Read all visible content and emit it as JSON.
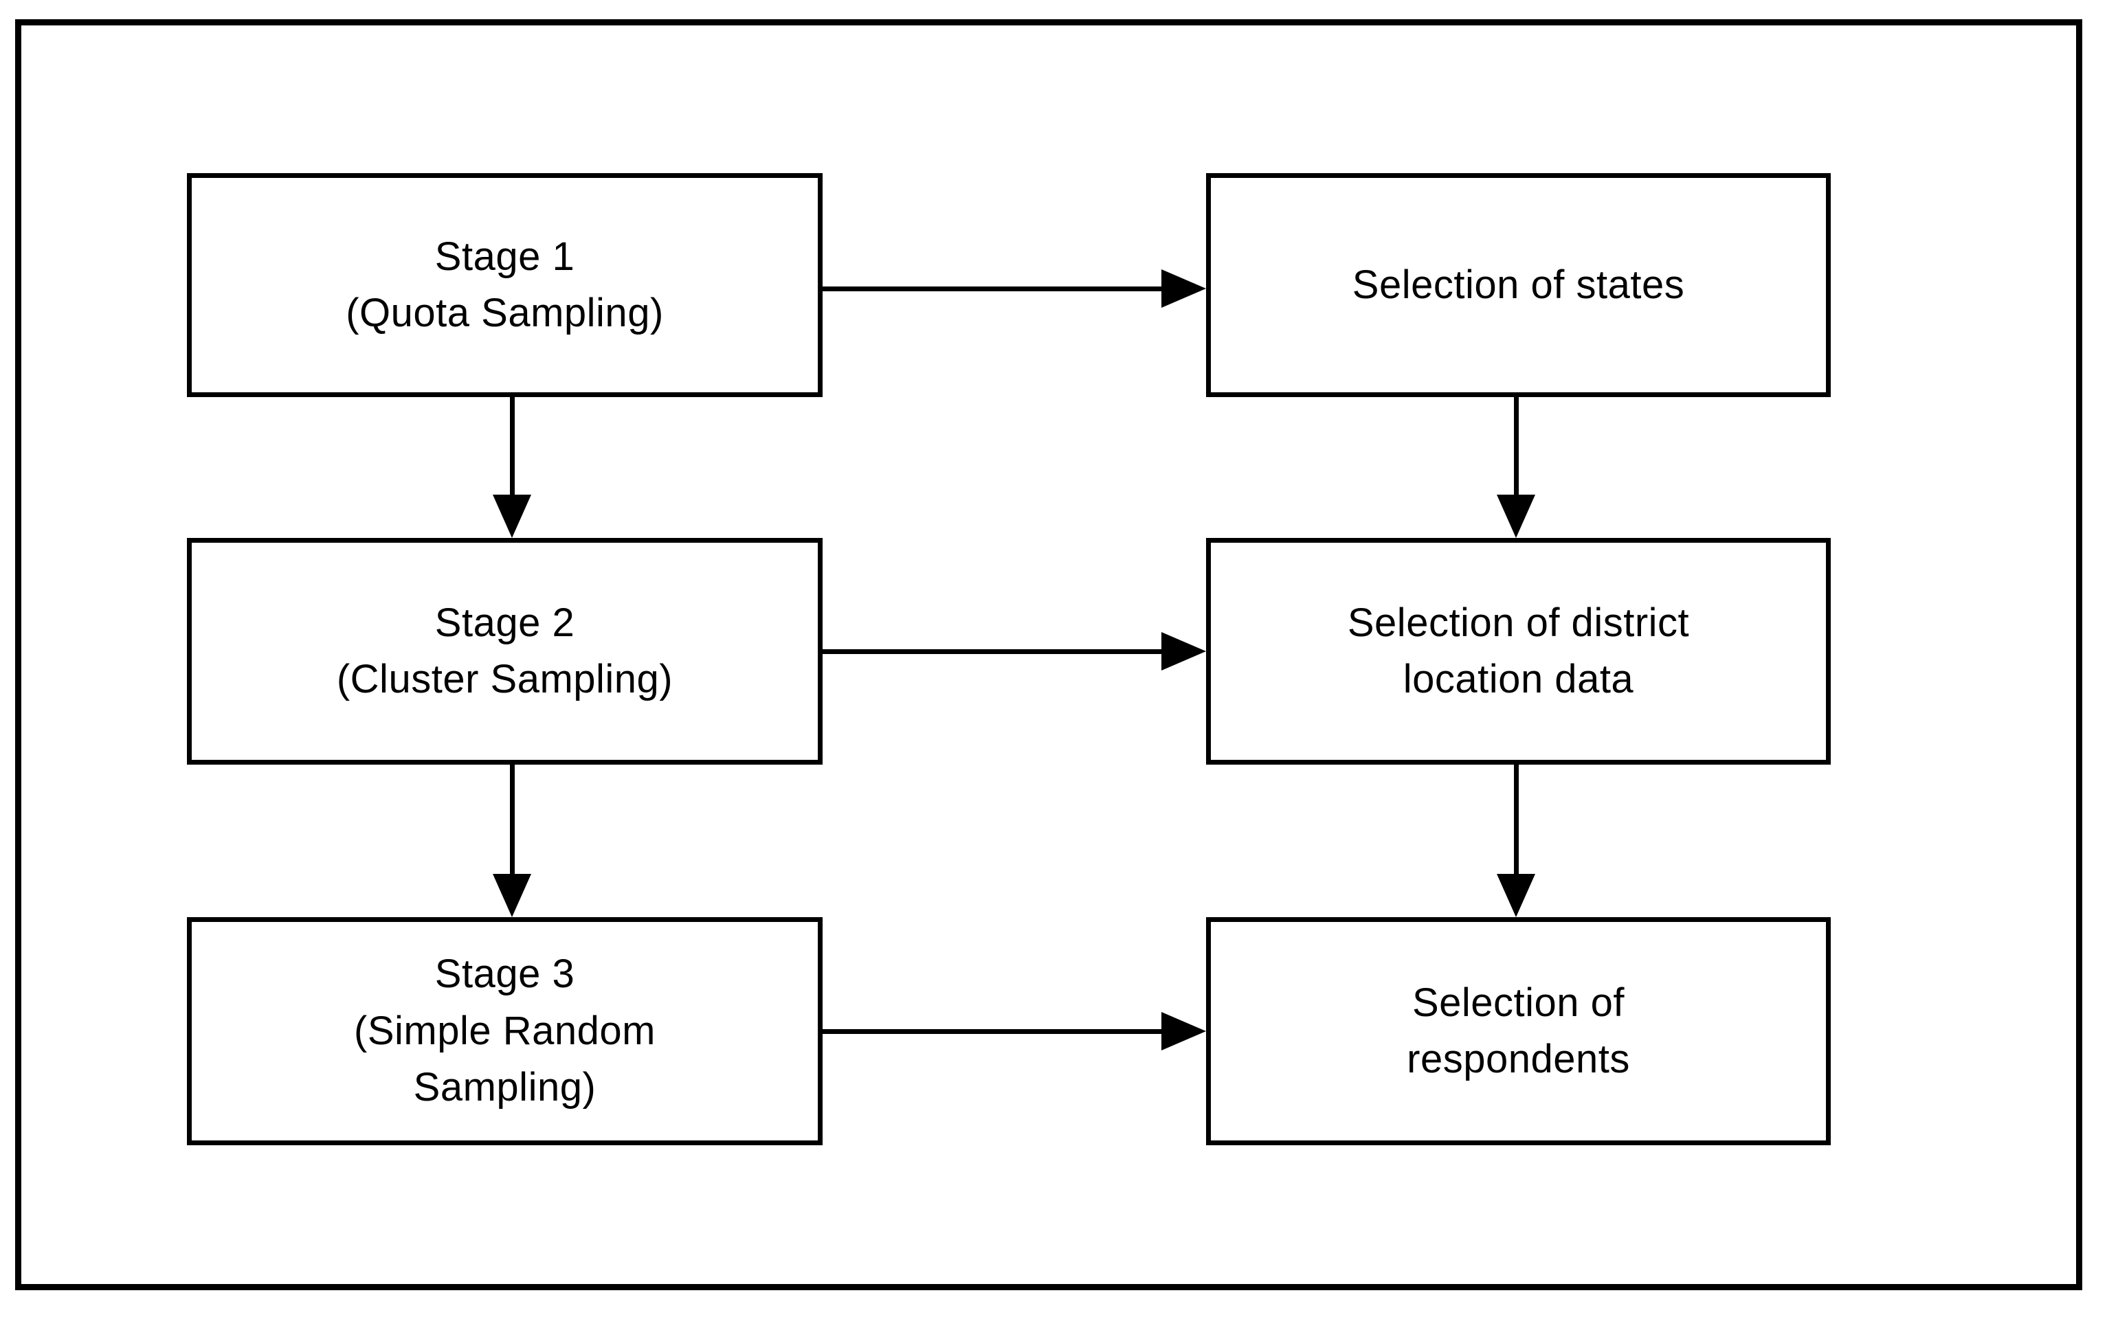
{
  "diagram": {
    "type": "flowchart",
    "background_color": "#ffffff",
    "line_color": "#000000",
    "text_color": "#000000",
    "nodes": [
      {
        "id": "stage-1",
        "column": "left",
        "row": 1,
        "label": "Stage 1\n(Quota Sampling)"
      },
      {
        "id": "selection-of-states",
        "column": "right",
        "row": 1,
        "label": "Selection of states"
      },
      {
        "id": "stage-2",
        "column": "left",
        "row": 2,
        "label": "Stage 2\n(Cluster Sampling)"
      },
      {
        "id": "selection-of-district",
        "column": "right",
        "row": 2,
        "label": "Selection of district\nlocation data"
      },
      {
        "id": "stage-3",
        "column": "left",
        "row": 3,
        "label": "Stage 3\n(Simple Random\nSampling)"
      },
      {
        "id": "selection-of-respondents",
        "column": "right",
        "row": 3,
        "label": "Selection of\nrespondents"
      }
    ],
    "edges": [
      {
        "from": "stage-1",
        "to": "selection-of-states",
        "direction": "right"
      },
      {
        "from": "stage-1",
        "to": "stage-2",
        "direction": "down"
      },
      {
        "from": "selection-of-states",
        "to": "selection-of-district",
        "direction": "down"
      },
      {
        "from": "stage-2",
        "to": "selection-of-district",
        "direction": "right"
      },
      {
        "from": "stage-2",
        "to": "stage-3",
        "direction": "down"
      },
      {
        "from": "selection-of-district",
        "to": "selection-of-respondents",
        "direction": "down"
      },
      {
        "from": "stage-3",
        "to": "selection-of-respondents",
        "direction": "right"
      }
    ]
  }
}
